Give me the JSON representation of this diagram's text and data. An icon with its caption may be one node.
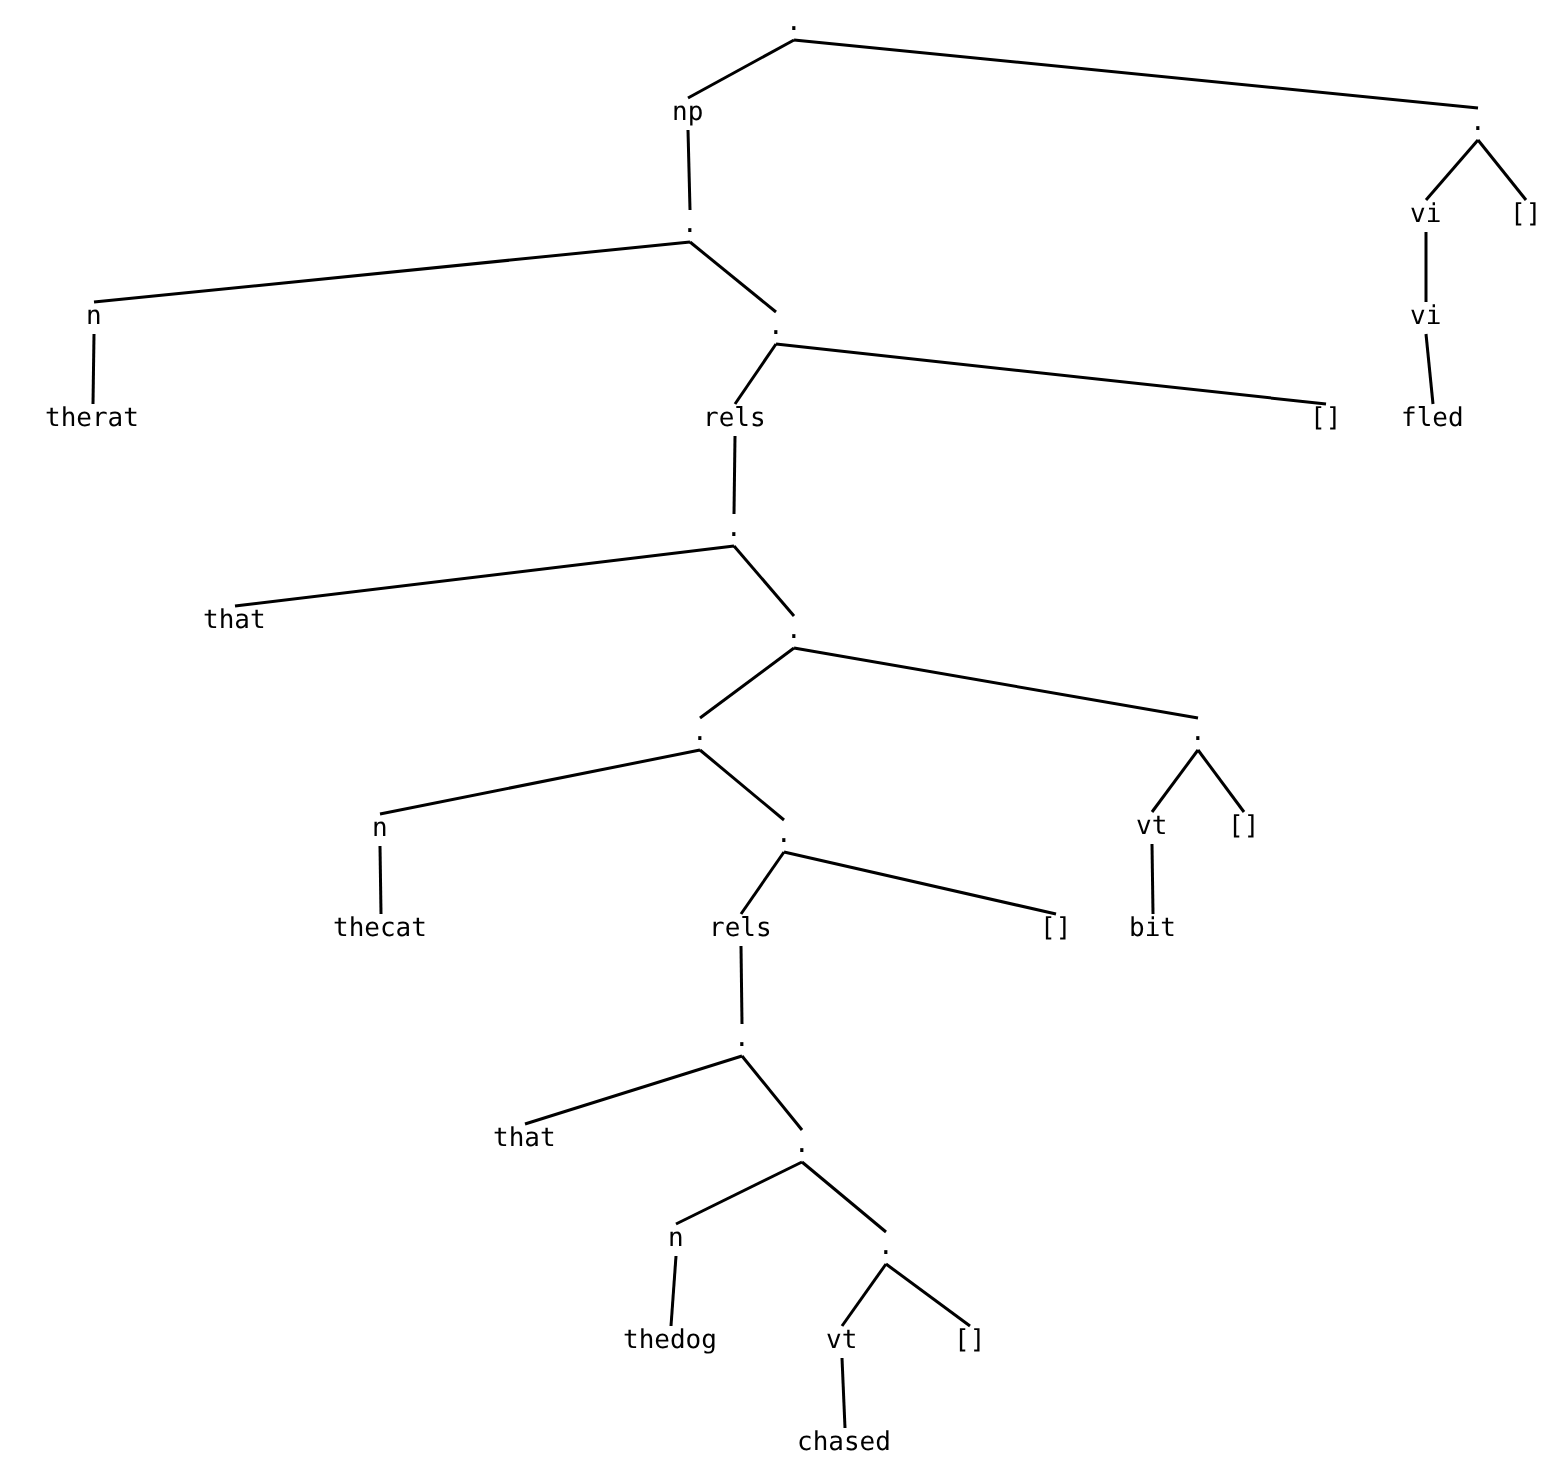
{
  "diagram": {
    "nodes": [
      {
        "text": [
          "."
        ]
      },
      {
        "text": [
          "np"
        ]
      },
      {
        "text": [
          "."
        ]
      },
      {
        "text": [
          "."
        ]
      },
      {
        "text": [
          "vi"
        ]
      },
      {
        "text": [
          "[]"
        ]
      },
      {
        "text": [
          "vi"
        ]
      },
      {
        "text": [
          "n"
        ]
      },
      {
        "text": [
          "."
        ]
      },
      {
        "text": [
          "fled"
        ]
      },
      {
        "text": [
          "therat"
        ]
      },
      {
        "text": [
          "rels"
        ]
      },
      {
        "text": [
          "[]"
        ]
      },
      {
        "text": [
          "."
        ]
      },
      {
        "text": [
          "that"
        ]
      },
      {
        "text": [
          "."
        ]
      },
      {
        "text": [
          "."
        ]
      },
      {
        "text": [
          "."
        ]
      },
      {
        "text": [
          "n"
        ]
      },
      {
        "text": [
          "."
        ]
      },
      {
        "text": [
          "vt"
        ]
      },
      {
        "text": [
          "[]"
        ]
      },
      {
        "text": [
          "thecat"
        ]
      },
      {
        "text": [
          "rels"
        ]
      },
      {
        "text": [
          "[]"
        ]
      },
      {
        "text": [
          "bit"
        ]
      },
      {
        "text": [
          "."
        ]
      },
      {
        "text": [
          "that"
        ]
      },
      {
        "text": [
          "."
        ]
      },
      {
        "text": [
          "n"
        ]
      },
      {
        "text": [
          "."
        ]
      },
      {
        "text": [
          "thedog"
        ]
      },
      {
        "text": [
          "vt"
        ]
      },
      {
        "text": [
          "[]"
        ]
      },
      {
        "text": [
          "chased"
        ]
      }
    ],
    "edges": [
      {
        "from": 0,
        "to": 1,
        "arrow": "none"
      },
      {
        "from": 0,
        "to": 2,
        "arrow": "none"
      },
      {
        "from": 1,
        "to": 3,
        "arrow": "none"
      },
      {
        "from": 2,
        "to": 4,
        "arrow": "none"
      },
      {
        "from": 2,
        "to": 5,
        "arrow": "none"
      },
      {
        "from": 3,
        "to": 7,
        "arrow": "none"
      },
      {
        "from": 3,
        "to": 8,
        "arrow": "none"
      },
      {
        "from": 4,
        "to": 6,
        "arrow": "none"
      },
      {
        "from": 6,
        "to": 9,
        "arrow": "none"
      },
      {
        "from": 7,
        "to": 10,
        "arrow": "none"
      },
      {
        "from": 8,
        "to": 11,
        "arrow": "none"
      },
      {
        "from": 8,
        "to": 12,
        "arrow": "none"
      },
      {
        "from": 11,
        "to": 13,
        "arrow": "none"
      },
      {
        "from": 13,
        "to": 14,
        "arrow": "none"
      },
      {
        "from": 13,
        "to": 15,
        "arrow": "none"
      },
      {
        "from": 15,
        "to": 16,
        "arrow": "none"
      },
      {
        "from": 15,
        "to": 17,
        "arrow": "none"
      },
      {
        "from": 16,
        "to": 18,
        "arrow": "none"
      },
      {
        "from": 16,
        "to": 19,
        "arrow": "none"
      },
      {
        "from": 17,
        "to": 20,
        "arrow": "none"
      },
      {
        "from": 17,
        "to": 21,
        "arrow": "none"
      },
      {
        "from": 18,
        "to": 22,
        "arrow": "none"
      },
      {
        "from": 19,
        "to": 23,
        "arrow": "none"
      },
      {
        "from": 19,
        "to": 24,
        "arrow": "none"
      },
      {
        "from": 20,
        "to": 25,
        "arrow": "none"
      },
      {
        "from": 23,
        "to": 26,
        "arrow": "none"
      },
      {
        "from": 26,
        "to": 27,
        "arrow": "none"
      },
      {
        "from": 26,
        "to": 28,
        "arrow": "none"
      },
      {
        "from": 28,
        "to": 29,
        "arrow": "none"
      },
      {
        "from": 28,
        "to": 30,
        "arrow": "none"
      },
      {
        "from": 29,
        "to": 31,
        "arrow": "none"
      },
      {
        "from": 30,
        "to": 32,
        "arrow": "none"
      },
      {
        "from": 30,
        "to": 33,
        "arrow": "none"
      },
      {
        "from": 32,
        "to": 34,
        "arrow": "none"
      }
    ]
  }
}
